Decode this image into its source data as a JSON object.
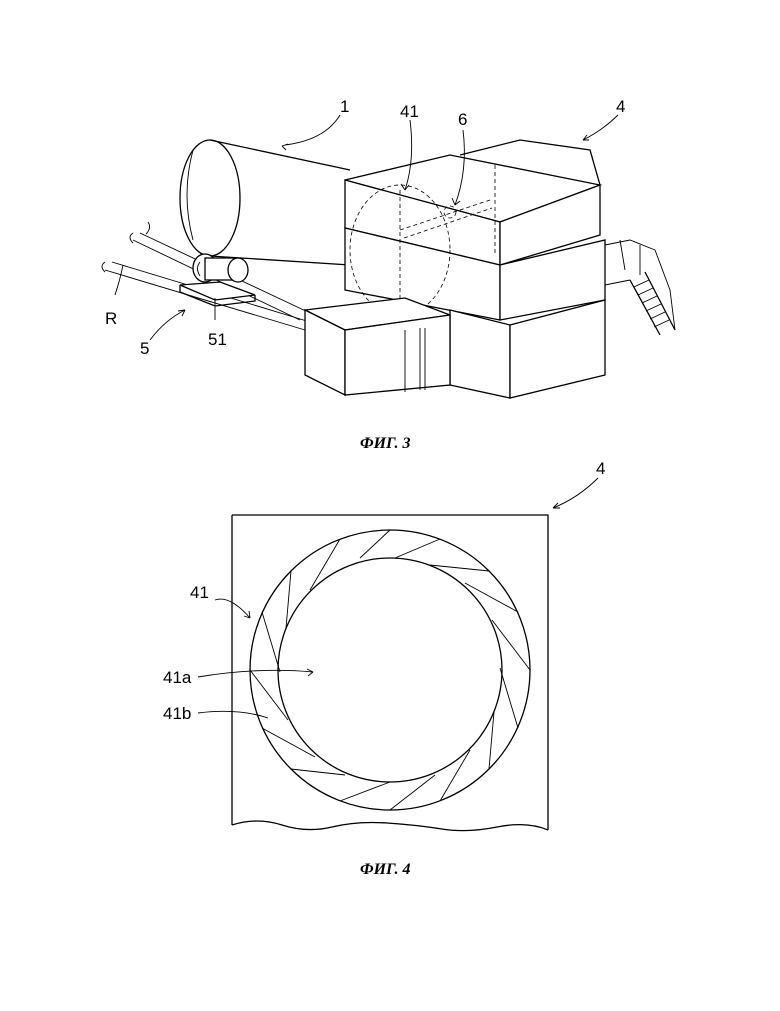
{
  "figure3": {
    "caption": "ФИГ. 3",
    "labels": {
      "l1": "1",
      "l41": "41",
      "l6": "6",
      "l4": "4",
      "lR": "R",
      "l5": "5",
      "l51": "51"
    }
  },
  "figure4": {
    "caption": "ФИГ. 4",
    "labels": {
      "l4": "4",
      "l41": "41",
      "l41a": "41a",
      "l41b": "41b"
    }
  }
}
